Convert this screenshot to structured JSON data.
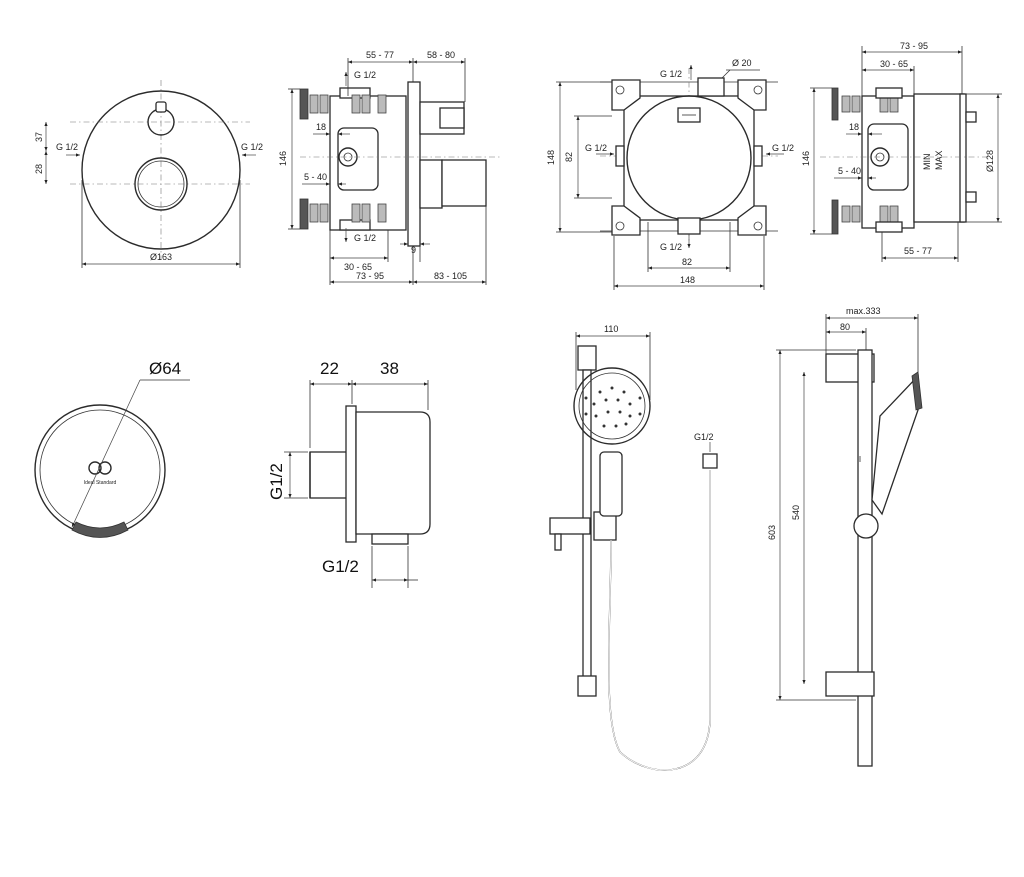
{
  "dims_top": {
    "d163": "Ø163",
    "d37": "37",
    "d28": "28",
    "g12": "G 1/2",
    "d55_77": "55 - 77",
    "d58_80": "58 - 80",
    "d146": "146",
    "d18": "18",
    "d5_40": "5 - 40",
    "d30_65": "30 - 65",
    "d73_95": "73 - 95",
    "d83_105": "83 - 105",
    "d9": "9",
    "d20": "Ø 20",
    "d148": "148",
    "d82": "82",
    "d128": "Ø128",
    "min": "MIN",
    "max": "MAX"
  },
  "dims_bottom": {
    "d64": "Ø64",
    "d22": "22",
    "d38": "38",
    "g12": "G1/2",
    "d110": "110",
    "hose_g12": "G1/2",
    "max333": "max.333",
    "d80": "80",
    "d603": "603",
    "d540": "540"
  },
  "logo": {
    "brand": "Ideal Standard"
  }
}
